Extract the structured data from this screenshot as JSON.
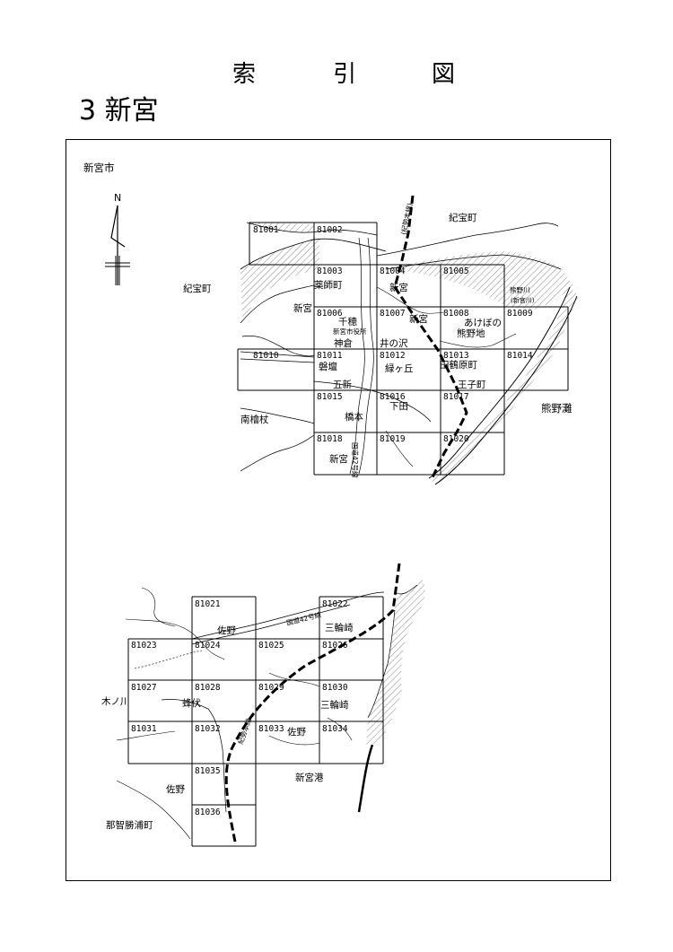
{
  "header": {
    "title_chars": [
      "索",
      "引",
      "図"
    ],
    "subtitle": "3 新宮"
  },
  "map": {
    "city_label": "新宮市",
    "north_label": "N",
    "upper_grid": [
      {
        "id": "81001"
      },
      {
        "id": "81002"
      },
      {
        "id": "81003"
      },
      {
        "id": "81004"
      },
      {
        "id": "81005"
      },
      {
        "id": "81006"
      },
      {
        "id": "81007"
      },
      {
        "id": "81008"
      },
      {
        "id": "81009"
      },
      {
        "id": "81010"
      },
      {
        "id": "81011"
      },
      {
        "id": "81012"
      },
      {
        "id": "81013"
      },
      {
        "id": "81014"
      },
      {
        "id": "81015"
      },
      {
        "id": "81016"
      },
      {
        "id": "81017"
      },
      {
        "id": "81018"
      },
      {
        "id": "81019"
      },
      {
        "id": "81020"
      }
    ],
    "lower_grid": [
      {
        "id": "81021"
      },
      {
        "id": "81022"
      },
      {
        "id": "81023"
      },
      {
        "id": "81024"
      },
      {
        "id": "81025"
      },
      {
        "id": "81026"
      },
      {
        "id": "81027"
      },
      {
        "id": "81028"
      },
      {
        "id": "81029"
      },
      {
        "id": "81030"
      },
      {
        "id": "81031"
      },
      {
        "id": "81032"
      },
      {
        "id": "81033"
      },
      {
        "id": "81034"
      },
      {
        "id": "81035"
      },
      {
        "id": "81036"
      }
    ],
    "upper_labels": {
      "kiho_cho_right": "紀宝町",
      "kiho_cho_left": "紀宝町",
      "kumanogawa": "熊野川",
      "kumanogawa_sub": "(新宮川)",
      "yakushi_cho": "薬師町",
      "shingu_1": "新宮",
      "shingu_2": "新宮",
      "shingu_3": "新宮",
      "chiho": "千穂",
      "shiyakusho": "新宮市役所",
      "kamikura": "神倉",
      "inosawa": "井の沢",
      "akebono": "あけぼの",
      "kumanochi": "熊野地",
      "banjo": "磐壇",
      "midorigaoka": "緑ヶ丘",
      "tazuhara": "田鶴原町",
      "goshin": "五新",
      "ojicho": "王子町",
      "hashimoto": "橋本",
      "shimoda": "下田",
      "minami_hinoki": "南檜杖",
      "kumanonada": "熊野灘",
      "shingu_bottom": "新宮",
      "route42": "国道42号線",
      "jr_line": "(紀勢本線)"
    },
    "lower_labels": {
      "sano_1": "佐野",
      "sano_2": "佐野",
      "sano_3": "佐野",
      "miwasaki_1": "三輪崎",
      "miwasaki_2": "三輪崎",
      "hachibushi": "蜂伏",
      "kinokawa": "木ノ川",
      "shinguko": "新宮港",
      "nachikatsuura": "那智勝浦町",
      "route42": "国道42号線",
      "jr_line": "紀勢本線"
    }
  }
}
